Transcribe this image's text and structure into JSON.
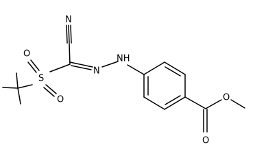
{
  "atoms": {
    "N_cyano": "N",
    "S": "S",
    "O_sulfonyl_left": "O",
    "O_sulfonyl_bottom": "O",
    "N_imine": "N",
    "NH_hydrazine": "NH",
    "O_methoxy": "O",
    "O_carbonyl": "O"
  }
}
